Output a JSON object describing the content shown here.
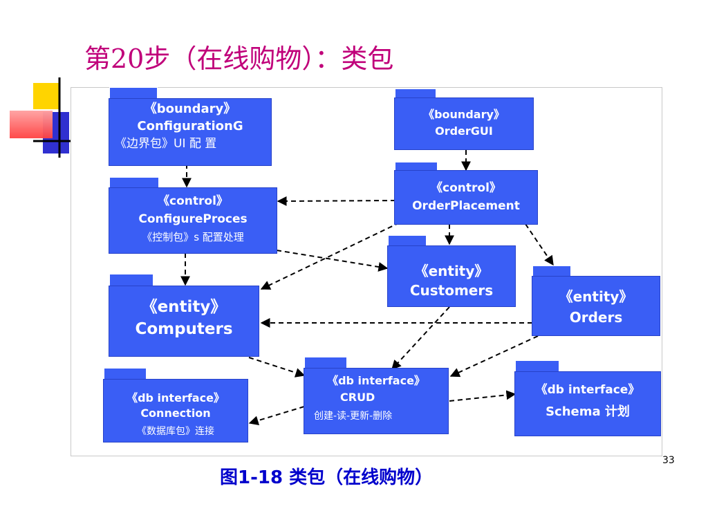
{
  "page": {
    "title": "第20步（在线购物）：类包",
    "caption": "图1-18 类包（在线购物）",
    "page_number": "33"
  },
  "packages": {
    "boundary_config": {
      "stereo": "《boundary》",
      "name": "ConfigurationG",
      "extra": "《边界包》UI 配  置"
    },
    "boundary_order": {
      "stereo": "《boundary》",
      "name": "OrderGUI"
    },
    "control_config": {
      "stereo": "《control》",
      "name": "ConfigureProces",
      "extra": "《控制包》s 配置处理"
    },
    "control_order": {
      "stereo": "《control》",
      "name": "OrderPlacement"
    },
    "entity_customers": {
      "stereo": "《entity》",
      "name": "Customers"
    },
    "entity_computers": {
      "stereo": "《entity》",
      "name": "Computers"
    },
    "entity_orders": {
      "stereo": "《entity》",
      "name": "Orders"
    },
    "db_connection": {
      "stereo": "《db interface》",
      "name": "Connection",
      "extra": "《数据库包》连接"
    },
    "db_crud": {
      "stereo": "《db interface》",
      "name": "CRUD",
      "extra": "创建-读-更新-删除"
    },
    "db_schema": {
      "stereo": "《db interface》",
      "name": "Schema 计划"
    }
  },
  "colors": {
    "package_fill": "#3a5ef5",
    "title": "#c0007a",
    "caption": "#0000cc",
    "arrow": "#000000"
  }
}
